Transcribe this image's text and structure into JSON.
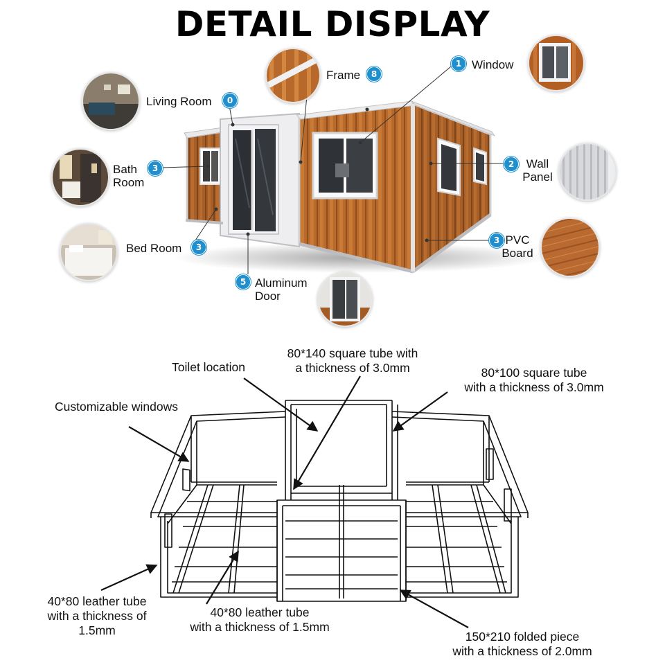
{
  "title": "DETAIL DISPLAY",
  "callouts": [
    {
      "id": "living",
      "label": "Living Room",
      "badge": "0"
    },
    {
      "id": "frame",
      "label": "Frame",
      "badge": "8"
    },
    {
      "id": "window",
      "label": "Window",
      "badge": "1"
    },
    {
      "id": "wall",
      "label": "Wall Panel",
      "badge": "2"
    },
    {
      "id": "bath",
      "label": "Bath Room",
      "badge": "3"
    },
    {
      "id": "bed",
      "label": "Bed Room",
      "badge": "3"
    },
    {
      "id": "pvc",
      "label": "PVC Board",
      "badge": "3"
    },
    {
      "id": "door",
      "label": "Aluminum Door",
      "badge": "5"
    }
  ],
  "annotations": [
    {
      "id": "tube-80-140",
      "text": "80*140 square tube with\na thickness of 3.0mm"
    },
    {
      "id": "toilet",
      "text": "Toilet location"
    },
    {
      "id": "tube-80-100",
      "text": "80*100 square tube\nwith a thickness of 3.0mm"
    },
    {
      "id": "windows",
      "text": "Customizable windows"
    },
    {
      "id": "leather-left",
      "text": "40*80 leather tube\nwith a thickness of\n1.5mm"
    },
    {
      "id": "leather-mid",
      "text": "40*80 leather tube\nwith a thickness of 1.5mm"
    },
    {
      "id": "folded",
      "text": "150*210 folded piece\nwith a thickness of 2.0mm"
    }
  ],
  "colors": {
    "badge": "#1f8fce",
    "wood": "#b86a2c",
    "frame": "#e8e8ea",
    "line": "#111111"
  }
}
